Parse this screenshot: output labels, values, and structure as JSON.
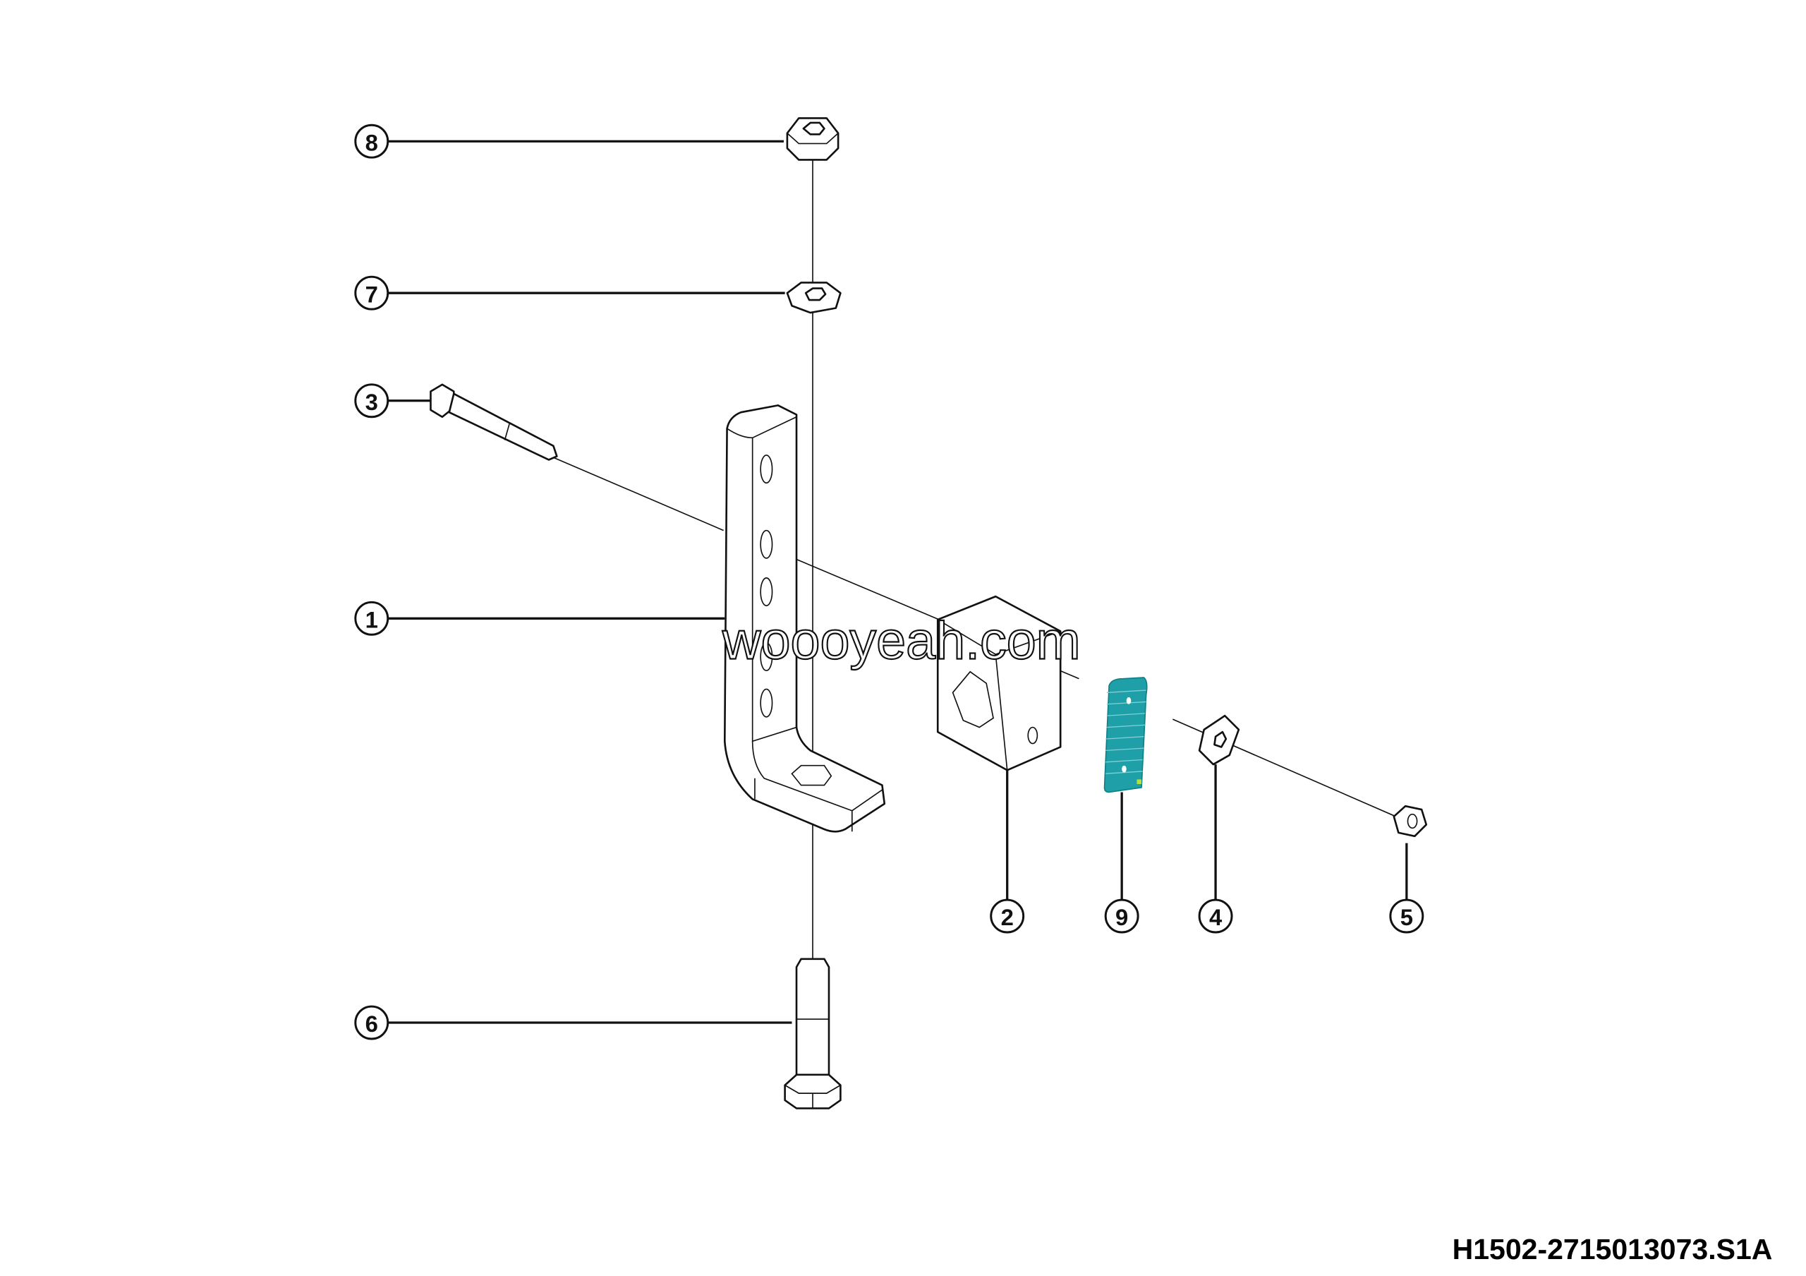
{
  "callouts": {
    "c1": "1",
    "c2": "2",
    "c3": "3",
    "c4": "4",
    "c5": "5",
    "c6": "6",
    "c7": "7",
    "c8": "8",
    "c9": "9"
  },
  "watermark": "woooyeah.com",
  "drawing_code": "H1502-2715013073.S1A",
  "colors": {
    "highlight": "#1fa0a8",
    "line": "#111111"
  }
}
